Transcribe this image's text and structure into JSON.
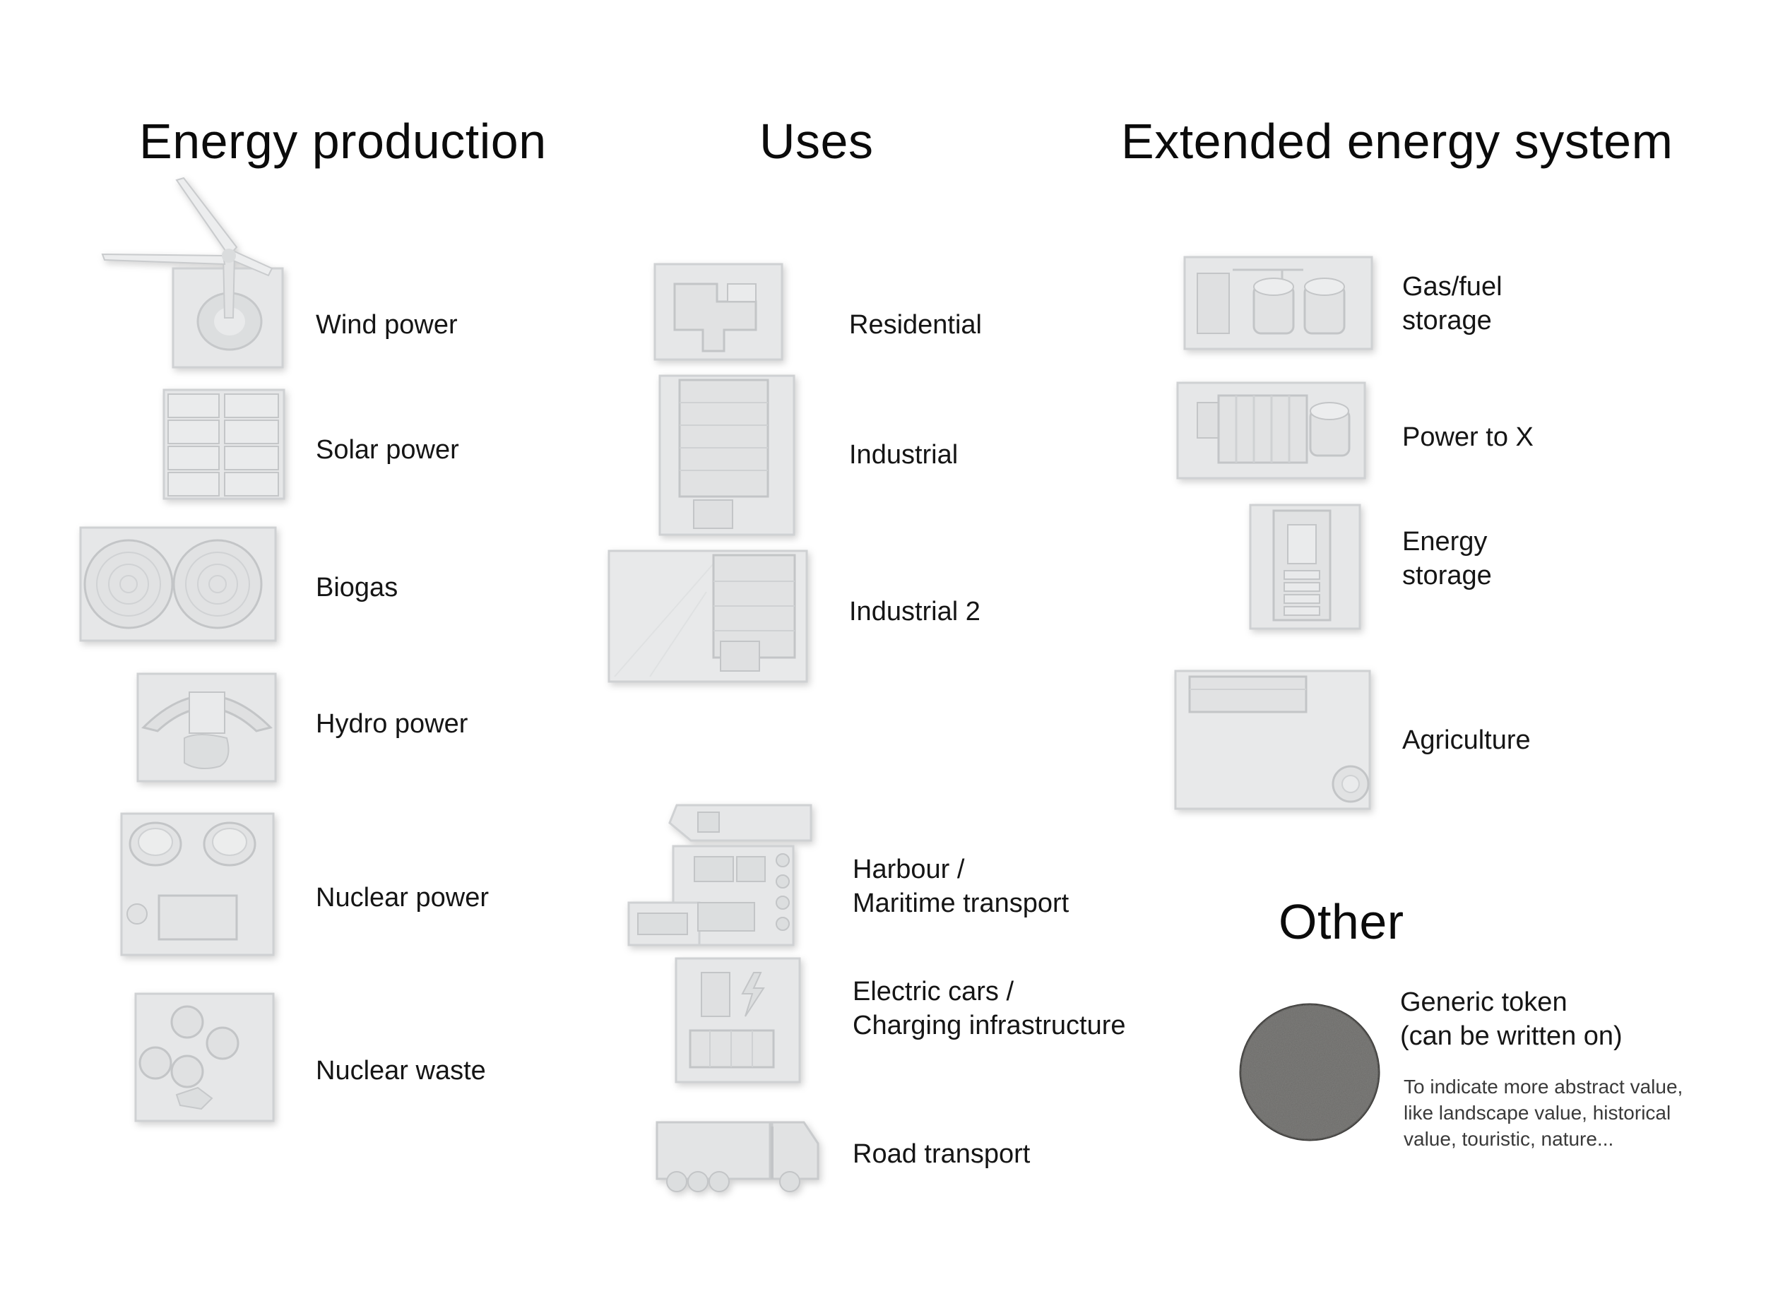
{
  "headings": {
    "energy_production": "Energy production",
    "uses": "Uses",
    "extended": "Extended energy system",
    "other": "Other"
  },
  "energy_production": [
    {
      "label": "Wind power",
      "icon": "wind-turbine-token"
    },
    {
      "label": "Solar power",
      "icon": "solar-panels-token"
    },
    {
      "label": "Biogas",
      "icon": "biogas-tanks-token"
    },
    {
      "label": "Hydro power",
      "icon": "hydro-dam-token"
    },
    {
      "label": "Nuclear power",
      "icon": "nuclear-plant-token"
    },
    {
      "label": "Nuclear waste",
      "icon": "nuclear-waste-barrels-token"
    }
  ],
  "uses": [
    {
      "label": "Residential",
      "icon": "residential-building-token"
    },
    {
      "label": "Industrial",
      "icon": "industrial-building-token"
    },
    {
      "label": "Industrial 2",
      "icon": "industrial-site-token"
    },
    {
      "label": "Harbour /\nMaritime transport",
      "icon": "harbour-ship-token"
    },
    {
      "label": "Electric cars /\nCharging infrastructure",
      "icon": "ev-charging-token"
    },
    {
      "label": "Road transport",
      "icon": "truck-token"
    }
  ],
  "extended": [
    {
      "label": "Gas/fuel\nstorage",
      "icon": "gas-storage-tanks-token"
    },
    {
      "label": "Power to X",
      "icon": "power-to-x-token"
    },
    {
      "label": "Energy\nstorage",
      "icon": "battery-storage-token"
    },
    {
      "label": "Agriculture",
      "icon": "agriculture-field-token"
    }
  ],
  "other": {
    "label": "Generic token\n(can be written on)",
    "description": "To indicate more abstract value,\nlike landscape value, historical\nvalue, touristic, nature...",
    "icon": "cork-disc-token"
  },
  "colors": {
    "token_fill": "#e6e7e8",
    "token_edge": "#cfd1d3",
    "token_detail": "#bfc2c4",
    "cork": "#6b6a68"
  }
}
